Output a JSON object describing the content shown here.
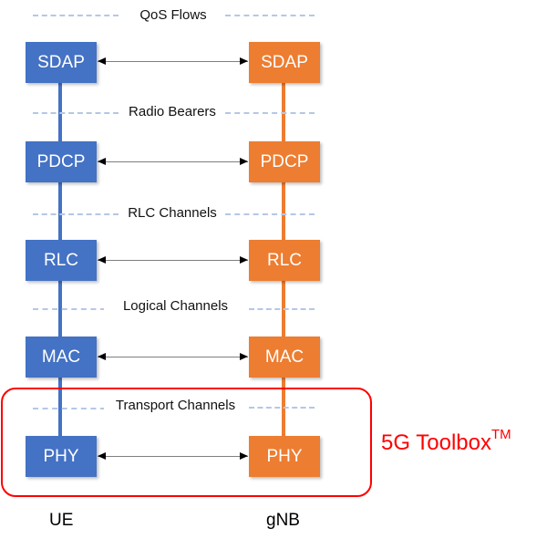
{
  "channels": {
    "qos": "QoS Flows",
    "radio": "Radio Bearers",
    "rlc": "RLC Channels",
    "logical": "Logical Channels",
    "transport": "Transport Channels"
  },
  "layers": {
    "sdap": "SDAP",
    "pdcp": "PDCP",
    "rlc": "RLC",
    "mac": "MAC",
    "phy": "PHY"
  },
  "nodes": {
    "ue": "UE",
    "gnb": "gNB"
  },
  "brand": {
    "name": "5G Toolbox",
    "mark": "TM"
  },
  "colors": {
    "ue": "#4472c4",
    "gnb": "#ed7d31",
    "highlight": "#ff0000",
    "dash": "#b4c7e7"
  }
}
